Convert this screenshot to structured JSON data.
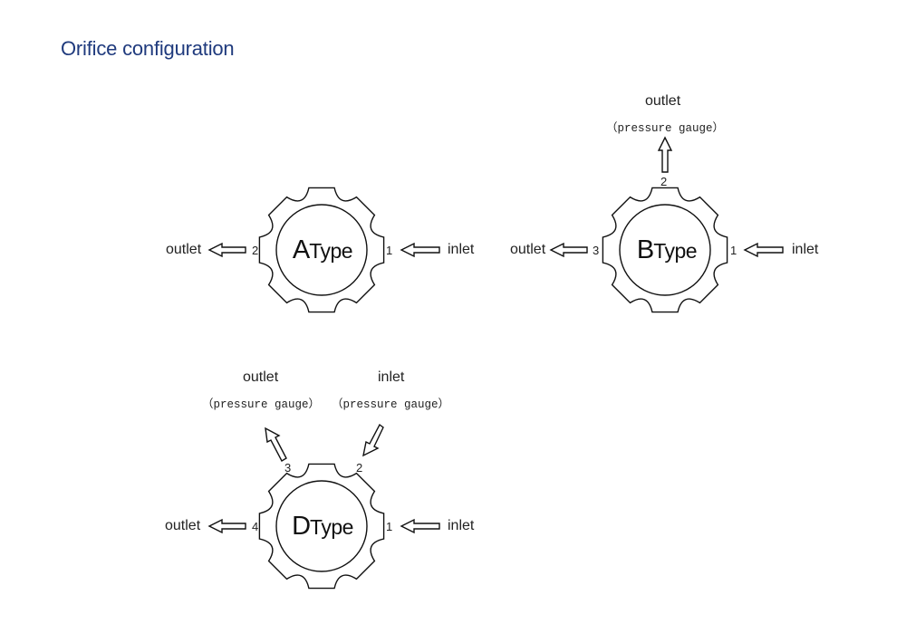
{
  "title": "Orifice configuration",
  "diagrams": {
    "a": {
      "type_letter": "A",
      "type_word": "Type",
      "ports": {
        "left": {
          "number": "2",
          "label": "outlet"
        },
        "right": {
          "number": "1",
          "label": "inlet"
        }
      }
    },
    "b": {
      "type_letter": "B",
      "type_word": "Type",
      "ports": {
        "top": {
          "number": "2",
          "label": "outlet",
          "note": "（pressure gauge）"
        },
        "left": {
          "number": "3",
          "label": "outlet"
        },
        "right": {
          "number": "1",
          "label": "inlet"
        }
      }
    },
    "d": {
      "type_letter": "D",
      "type_word": "Type",
      "ports": {
        "upper_left": {
          "number": "3",
          "label": "outlet",
          "note": "（pressure gauge）"
        },
        "upper_right": {
          "number": "2",
          "label": "inlet",
          "note": "（pressure gauge）"
        },
        "left": {
          "number": "4",
          "label": "outlet"
        },
        "right": {
          "number": "1",
          "label": "inlet"
        }
      }
    }
  }
}
